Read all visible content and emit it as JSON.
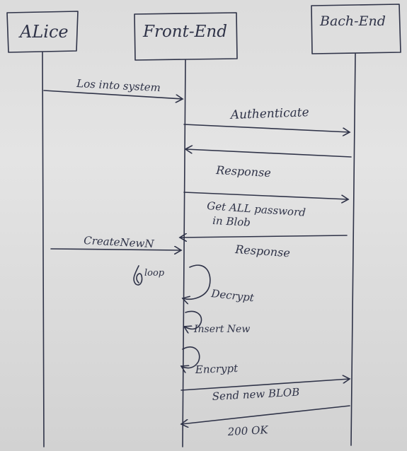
{
  "participants": {
    "alice": "ALice",
    "front_end": "Front-End",
    "back_end": "Bach-End"
  },
  "messages": {
    "log_into_system": "Los into system",
    "authenticate": "Authenticate",
    "response_1": "Response",
    "get_all_password_line1": "Get ALL password",
    "get_all_password_line2": "in Blob",
    "create_new_n": "CreateNewN",
    "response_2": "Response",
    "loop_label": "loop",
    "decrypt": "Decrypt",
    "insert_new": "Insert New",
    "encrypt": "Encrypt",
    "send_new_blob": "Send new BLOB",
    "ok_200": "200 OK"
  }
}
